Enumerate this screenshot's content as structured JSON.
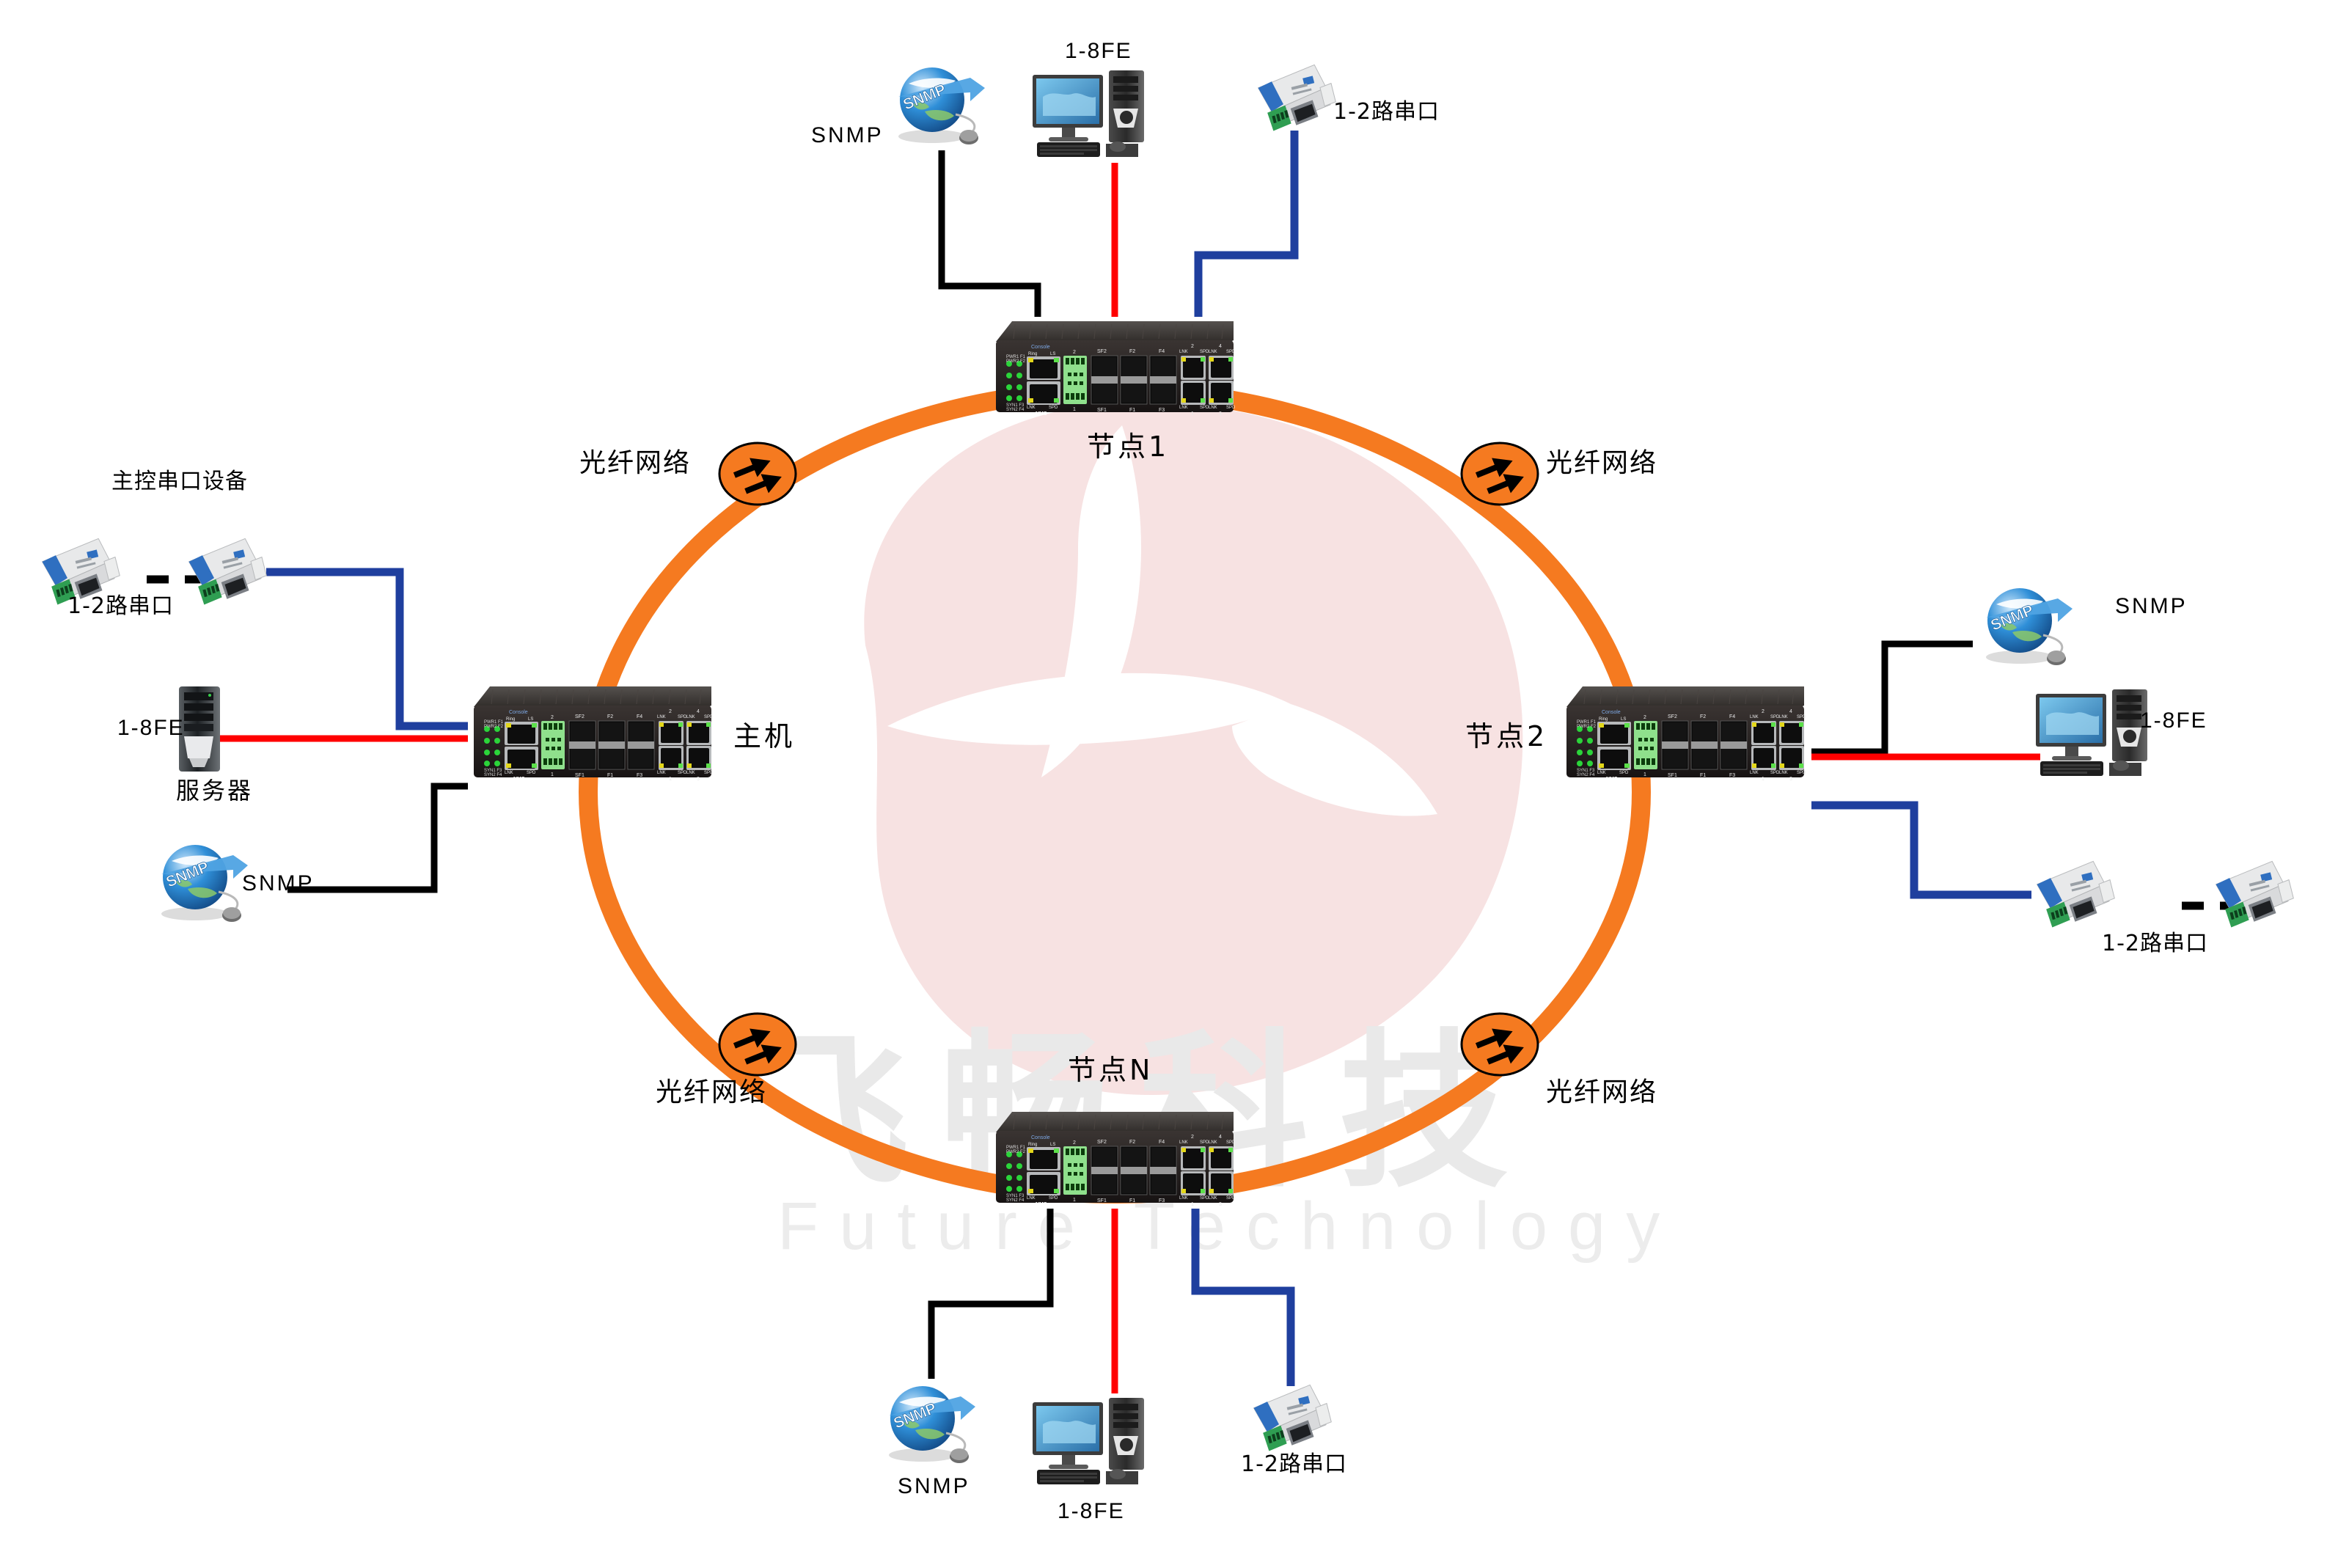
{
  "diagram": {
    "title_watermark_cn": "飞畅科技",
    "title_watermark_en": "Future Technology",
    "ring_color": "#F57A20",
    "link_colors": {
      "ethernet": "#FF0000",
      "serial": "#1F3F9E",
      "management": "#000000",
      "dashed": "#000000"
    }
  },
  "switches": [
    {
      "id": "node1",
      "label": "节点1"
    },
    {
      "id": "host",
      "label": "主机"
    },
    {
      "id": "node2",
      "label": "节点2"
    },
    {
      "id": "nodeN",
      "label": "节点N"
    }
  ],
  "switch_face": {
    "console": "Console",
    "ring": "Ring",
    "ls": "LS",
    "nms": "NMS",
    "lnk": "LNK",
    "spd": "SPD",
    "pwr1_f1": "PWR1 F1",
    "pwr2_f2": "PWR2 F2",
    "syn1_f3": "SYN1 F3",
    "syn2_f4": "SYN2 F4",
    "sfp_top": [
      "SF2",
      "F2",
      "F4"
    ],
    "sfp_bottom": [
      "SF1",
      "F1",
      "F3"
    ],
    "rj45_top_nums": [
      "2",
      "4"
    ],
    "rj45_bottom_nums": [
      "1",
      "3"
    ],
    "terminal_top": "2",
    "terminal_bottom": "1"
  },
  "fiber_nodes": [
    {
      "id": "fiber-tl",
      "label": "光纤网络"
    },
    {
      "id": "fiber-tr",
      "label": "光纤网络"
    },
    {
      "id": "fiber-bl",
      "label": "光纤网络"
    },
    {
      "id": "fiber-br",
      "label": "光纤网络"
    }
  ],
  "top_group": {
    "snmp_label": "SNMP",
    "pc_label": "1-8FE",
    "serial_label": "1-2路串口"
  },
  "left_group": {
    "master_serial_label": "主控串口设备",
    "serial_label": "1-2路串口",
    "server_fe_label": "1-8FE",
    "server_label": "服务器",
    "snmp_label": "SNMP"
  },
  "right_group": {
    "snmp_label": "SNMP",
    "pc_label": "1-8FE",
    "serial_label": "1-2路串口"
  },
  "bottom_group": {
    "snmp_label": "SNMP",
    "pc_label": "1-8FE",
    "serial_label": "1-2路串口"
  }
}
